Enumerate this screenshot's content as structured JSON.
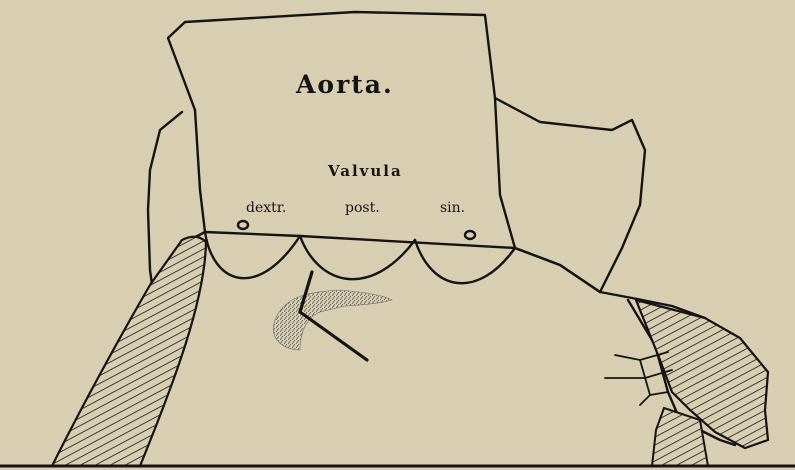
{
  "labels": {
    "aorta": "Aorta.",
    "valvula": "Valvula",
    "dextr": "dextr.",
    "post": "post.",
    "sin": "sin."
  },
  "colors": {
    "paper": "#d8cfb3",
    "ink": "#141414"
  }
}
